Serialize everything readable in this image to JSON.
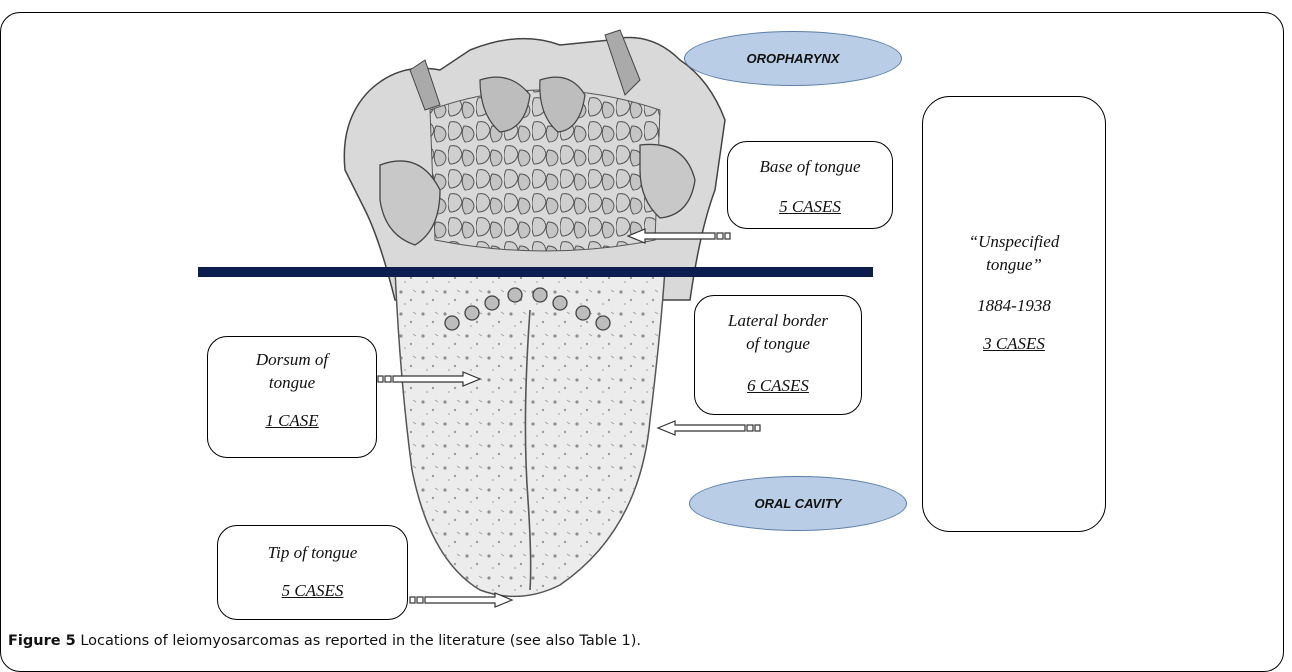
{
  "diagram": {
    "regions": {
      "oropharynx": "OROPHARYNX",
      "oral_cavity": "ORAL CAVITY"
    },
    "locations": [
      {
        "key": "base",
        "label": "Base of tongue",
        "cases": "5 CASES"
      },
      {
        "key": "lateral",
        "label_line1": "Lateral border",
        "label_line2": "of tongue",
        "cases": "6 CASES"
      },
      {
        "key": "dorsum",
        "label_line1": "Dorsum of",
        "label_line2": "tongue",
        "cases": "1 CASE"
      },
      {
        "key": "tip",
        "label": "Tip of tongue",
        "cases": "5 CASES"
      },
      {
        "key": "unspecified",
        "label_line1": "“Unspecified",
        "label_line2": "tongue”",
        "years": "1884-1938",
        "cases": "3 CASES"
      }
    ],
    "colors": {
      "divider": "#0d1d4f",
      "ellipse_fill": "#b9cde6",
      "ellipse_stroke": "#5b7ea8"
    }
  },
  "caption": {
    "prefix": "Figure 5",
    "text": "Locations of leiomyosarcomas as reported in the literature (see also Table 1)."
  }
}
